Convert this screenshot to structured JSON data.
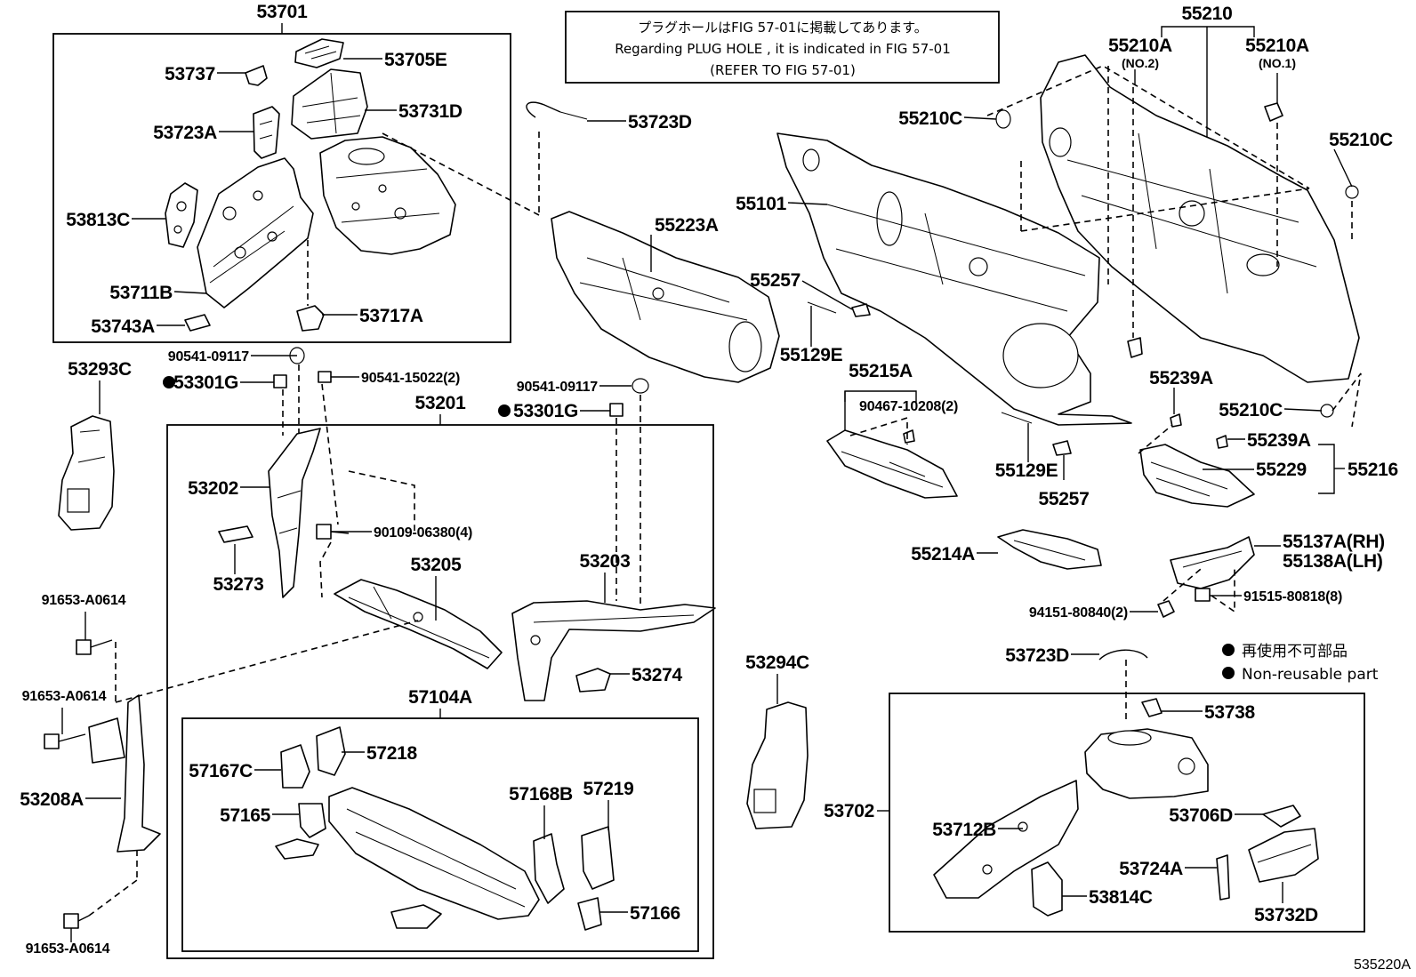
{
  "notice": {
    "line1": "プラグホールはFIG 57-01に掲載してあります。",
    "line2": "Regarding PLUG HOLE , it is indicated in FIG 57-01",
    "line3": "(REFER TO FIG 57-01)"
  },
  "legend": {
    "jp": "再使用不可部品",
    "en": "Non-reusable part"
  },
  "figure_code": "535220A",
  "groups": {
    "g53701": "53701",
    "g53201": "53201",
    "g57104A": "57104A",
    "g53702": "53702",
    "g55210": "55210",
    "g55216": "55216",
    "g55215A": "55215A"
  },
  "labels": {
    "p53705E": "53705E",
    "p53737": "53737",
    "p53731D": "53731D",
    "p53723A": "53723A",
    "p53813C": "53813C",
    "p53711B": "53711B",
    "p53743A": "53743A",
    "p53717A": "53717A",
    "p53293C": "53293C",
    "p53723D_top": "53723D",
    "p55223A": "55223A",
    "p55101": "55101",
    "p55210A_no2": "55210A",
    "p55210A_no2_sub": "(NO.2)",
    "p55210A_no1": "55210A",
    "p55210A_no1_sub": "(NO.1)",
    "p55210C_a": "55210C",
    "p55210C_b": "55210C",
    "p55210C_c": "55210C",
    "p55257_a": "55257",
    "p55129E_a": "55129E",
    "p90467": "90467-10208(2)",
    "p55129E_b": "55129E",
    "p55257_b": "55257",
    "p55239A_a": "55239A",
    "p55239A_b": "55239A",
    "p55229": "55229",
    "p90541_09117_a": "90541-09117",
    "p53301G_a": "53301G",
    "p90541_15022": "90541-15022(2)",
    "p90541_09117_b": "90541-09117",
    "p53301G_b": "53301G",
    "p53202": "53202",
    "p90109": "90109-06380(4)",
    "p53205": "53205",
    "p53203": "53203",
    "p53273": "53273",
    "p53274": "53274",
    "p91653_a": "91653-A0614",
    "p91653_b": "91653-A0614",
    "p91653_c": "91653-A0614",
    "p53208A": "53208A",
    "p57167C": "57167C",
    "p57218": "57218",
    "p57165": "57165",
    "p57168B": "57168B",
    "p57219": "57219",
    "p57166": "57166",
    "p53294C": "53294C",
    "p55214A": "55214A",
    "p55137A": "55137A(RH)",
    "p55138A": "55138A(LH)",
    "p91515": "91515-80818(8)",
    "p94151": "94151-80840(2)",
    "p53723D_b": "53723D",
    "p53738": "53738",
    "p53712B": "53712B",
    "p53706D": "53706D",
    "p53724A": "53724A",
    "p53814C": "53814C",
    "p53732D": "53732D"
  }
}
